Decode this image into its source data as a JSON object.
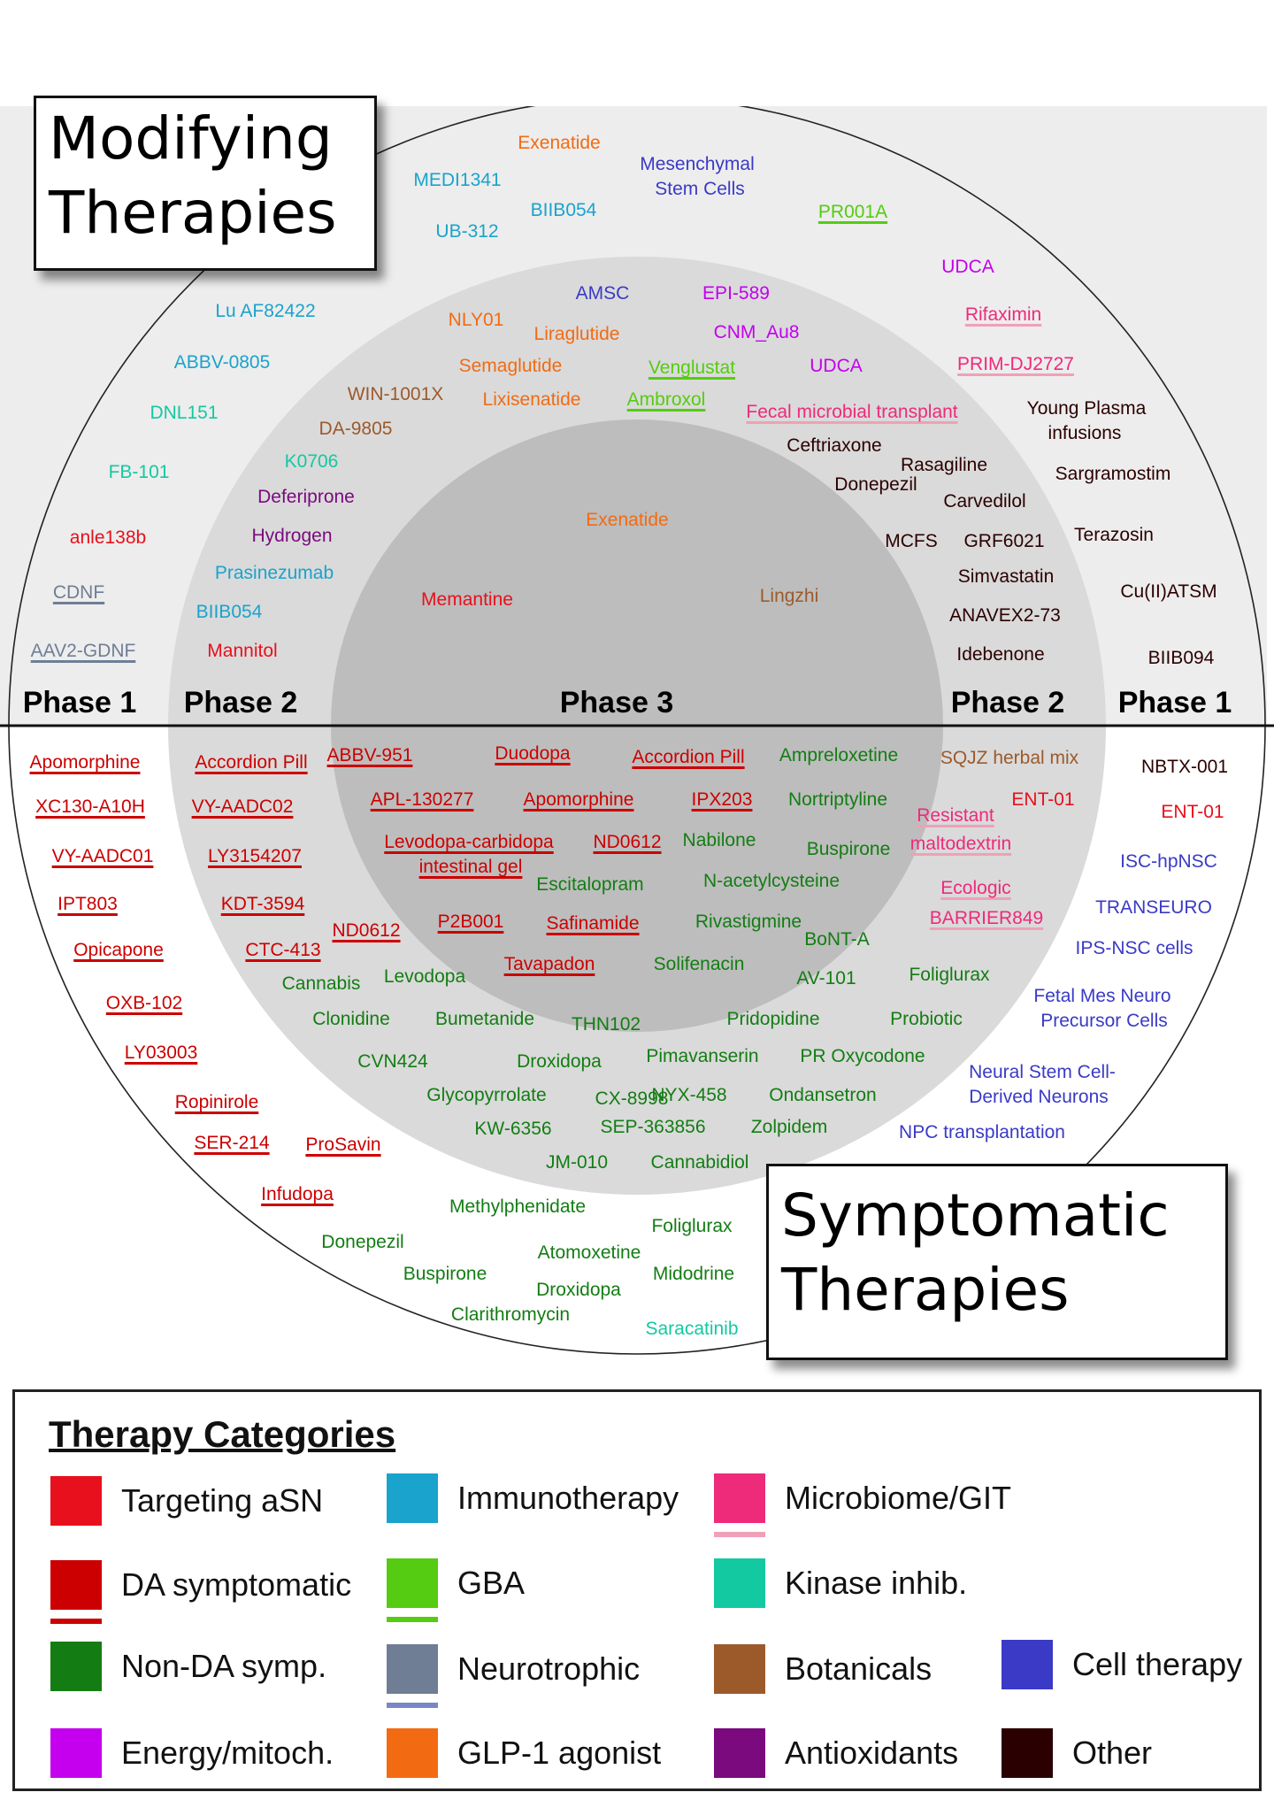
{
  "titles": {
    "modifying": [
      "Modifying",
      "Therapies"
    ],
    "symptomatic": [
      "Symptomatic",
      "Therapies"
    ]
  },
  "phases": {
    "left_p1": "Phase 1",
    "left_p2": "Phase 2",
    "center_p3": "Phase 3",
    "right_p2": "Phase 2",
    "right_p1": "Phase 1"
  },
  "colors": {
    "asn": "#e8101c",
    "da": "#cc0000",
    "nonda": "#137d13",
    "energy": "#c400ee",
    "immuno": "#1aa3cc",
    "gba": "#55cc11",
    "neuro": "#6f7e95",
    "glp1": "#f26b12",
    "micro": "#ee2a7b",
    "kinase": "#13c9a1",
    "botan": "#9c5a2b",
    "cell": "#3a3ac6",
    "antiox": "#7a0a7e",
    "other": "#2b0000",
    "ul_micro": "#f0a0b8",
    "ul_neuro": "#7a86c8"
  },
  "modifying": [
    {
      "t": "Exenatide",
      "c": "glp1"
    },
    {
      "t": "MEDI1341",
      "c": "immuno"
    },
    {
      "t": "BIIB054",
      "c": "immuno"
    },
    {
      "t": "UB-312",
      "c": "immuno"
    },
    {
      "t": "Mesenchymal",
      "c": "cell"
    },
    {
      "t": "Stem Cells",
      "c": "cell"
    },
    {
      "t": "PR001A",
      "c": "gba",
      "u": true
    },
    {
      "t": "UDCA",
      "c": "energy"
    },
    {
      "t": "Rifaximin",
      "c": "micro",
      "u": true
    },
    {
      "t": "PRIM-DJ2727",
      "c": "micro",
      "u": true
    },
    {
      "t": "Young Plasma",
      "c": "other"
    },
    {
      "t": "infusions",
      "c": "other"
    },
    {
      "t": "Sargramostim",
      "c": "other"
    },
    {
      "t": "Terazosin",
      "c": "other"
    },
    {
      "t": "Cu(II)ATSM",
      "c": "other"
    },
    {
      "t": "BIIB094",
      "c": "other"
    },
    {
      "t": "Lu AF82422",
      "c": "immuno"
    },
    {
      "t": "ABBV-0805",
      "c": "immuno"
    },
    {
      "t": "DNL151",
      "c": "kinase"
    },
    {
      "t": "FB-101",
      "c": "kinase"
    },
    {
      "t": "anle138b",
      "c": "asn"
    },
    {
      "t": "CDNF",
      "c": "neuro",
      "u": true
    },
    {
      "t": "AAV2-GDNF",
      "c": "neuro",
      "u": true
    },
    {
      "t": "AMSC",
      "c": "cell"
    },
    {
      "t": "EPI-589",
      "c": "energy"
    },
    {
      "t": "NLY01",
      "c": "glp1"
    },
    {
      "t": "Liraglutide",
      "c": "glp1"
    },
    {
      "t": "CNM_Au8",
      "c": "energy"
    },
    {
      "t": "Semaglutide",
      "c": "glp1"
    },
    {
      "t": "Venglustat",
      "c": "gba",
      "u": true
    },
    {
      "t": "UDCA",
      "c": "energy"
    },
    {
      "t": "WIN-1001X",
      "c": "botan"
    },
    {
      "t": "Lixisenatide",
      "c": "glp1"
    },
    {
      "t": "Ambroxol",
      "c": "gba",
      "u": true
    },
    {
      "t": "Fecal microbial transplant",
      "c": "micro",
      "u": true
    },
    {
      "t": "DA-9805",
      "c": "botan"
    },
    {
      "t": "Ceftriaxone",
      "c": "other"
    },
    {
      "t": "Rasagiline",
      "c": "other"
    },
    {
      "t": "Donepezil",
      "c": "other"
    },
    {
      "t": "Carvedilol",
      "c": "other"
    },
    {
      "t": "K0706",
      "c": "kinase"
    },
    {
      "t": "Deferiprone",
      "c": "antiox"
    },
    {
      "t": "Hydrogen",
      "c": "antiox"
    },
    {
      "t": "MCFS",
      "c": "other"
    },
    {
      "t": "GRF6021",
      "c": "other"
    },
    {
      "t": "Prasinezumab",
      "c": "immuno"
    },
    {
      "t": "Simvastatin",
      "c": "other"
    },
    {
      "t": "BIIB054",
      "c": "immuno"
    },
    {
      "t": "ANAVEX2-73",
      "c": "other"
    },
    {
      "t": "Mannitol",
      "c": "asn"
    },
    {
      "t": "Idebenone",
      "c": "other"
    },
    {
      "t": "Exenatide",
      "c": "glp1"
    },
    {
      "t": "Memantine",
      "c": "asn"
    },
    {
      "t": "Lingzhi",
      "c": "botan"
    }
  ],
  "symptomatic": [
    {
      "t": "Apomorphine",
      "c": "da",
      "u": true
    },
    {
      "t": "XC130-A10H",
      "c": "da",
      "u": true
    },
    {
      "t": "VY-AADC01",
      "c": "da",
      "u": true
    },
    {
      "t": "IPT803",
      "c": "da",
      "u": true
    },
    {
      "t": "Opicapone",
      "c": "da",
      "u": true
    },
    {
      "t": "OXB-102",
      "c": "da",
      "u": true
    },
    {
      "t": "LY03003",
      "c": "da",
      "u": true
    },
    {
      "t": "Ropinirole",
      "c": "da",
      "u": true
    },
    {
      "t": "SER-214",
      "c": "da",
      "u": true
    },
    {
      "t": "ProSavin",
      "c": "da",
      "u": true
    },
    {
      "t": "Infudopa",
      "c": "da",
      "u": true
    },
    {
      "t": "Accordion Pill",
      "c": "da",
      "u": true
    },
    {
      "t": "VY-AADC02",
      "c": "da",
      "u": true
    },
    {
      "t": "LY3154207",
      "c": "da",
      "u": true
    },
    {
      "t": "KDT-3594",
      "c": "da",
      "u": true
    },
    {
      "t": "CTC-413",
      "c": "da",
      "u": true
    },
    {
      "t": "ND0612",
      "c": "da",
      "u": true
    },
    {
      "t": "ABBV-951",
      "c": "da",
      "u": true
    },
    {
      "t": "Duodopa",
      "c": "da",
      "u": true
    },
    {
      "t": "Accordion Pill",
      "c": "da",
      "u": true
    },
    {
      "t": "Ampreloxetine",
      "c": "nonda"
    },
    {
      "t": "APL-130277",
      "c": "da",
      "u": true
    },
    {
      "t": "Apomorphine",
      "c": "da",
      "u": true
    },
    {
      "t": "IPX203",
      "c": "da",
      "u": true
    },
    {
      "t": "Nortriptyline",
      "c": "nonda"
    },
    {
      "t": "Levodopa-carbidopa",
      "c": "da",
      "u": true
    },
    {
      "t": "intestinal gel",
      "c": "da",
      "u": true
    },
    {
      "t": "ND0612",
      "c": "da",
      "u": true
    },
    {
      "t": "Nabilone",
      "c": "nonda"
    },
    {
      "t": "Buspirone",
      "c": "nonda"
    },
    {
      "t": "Escitalopram",
      "c": "nonda"
    },
    {
      "t": "N-acetylcysteine",
      "c": "nonda"
    },
    {
      "t": "P2B001",
      "c": "da",
      "u": true
    },
    {
      "t": "Safinamide",
      "c": "da",
      "u": true
    },
    {
      "t": "Rivastigmine",
      "c": "nonda"
    },
    {
      "t": "Tavapadon",
      "c": "da",
      "u": true
    },
    {
      "t": "Solifenacin",
      "c": "nonda"
    },
    {
      "t": "Cannabis",
      "c": "nonda"
    },
    {
      "t": "Levodopa",
      "c": "nonda"
    },
    {
      "t": "BoNT-A",
      "c": "nonda"
    },
    {
      "t": "AV-101",
      "c": "nonda"
    },
    {
      "t": "Foliglurax",
      "c": "nonda"
    },
    {
      "t": "SQJZ herbal mix",
      "c": "botan"
    },
    {
      "t": "ENT-01",
      "c": "asn"
    },
    {
      "t": "Resistant",
      "c": "micro",
      "u": true
    },
    {
      "t": "maltodextrin",
      "c": "micro",
      "u": true
    },
    {
      "t": "Ecologic",
      "c": "micro",
      "u": true
    },
    {
      "t": "BARRIER849",
      "c": "micro",
      "u": true
    },
    {
      "t": "Clonidine",
      "c": "nonda"
    },
    {
      "t": "Bumetanide",
      "c": "nonda"
    },
    {
      "t": "THN102",
      "c": "nonda"
    },
    {
      "t": "Pridopidine",
      "c": "nonda"
    },
    {
      "t": "Probiotic",
      "c": "nonda"
    },
    {
      "t": "CVN424",
      "c": "nonda"
    },
    {
      "t": "Droxidopa",
      "c": "nonda"
    },
    {
      "t": "Pimavanserin",
      "c": "nonda"
    },
    {
      "t": "PR Oxycodone",
      "c": "nonda"
    },
    {
      "t": "Glycopyrrolate",
      "c": "nonda"
    },
    {
      "t": "CX-8998",
      "c": "nonda"
    },
    {
      "t": "NYX-458",
      "c": "nonda"
    },
    {
      "t": "Ondansetron",
      "c": "nonda"
    },
    {
      "t": "KW-6356",
      "c": "nonda"
    },
    {
      "t": "SEP-363856",
      "c": "nonda"
    },
    {
      "t": "Zolpidem",
      "c": "nonda"
    },
    {
      "t": "JM-010",
      "c": "nonda"
    },
    {
      "t": "Cannabidiol",
      "c": "nonda"
    },
    {
      "t": "NBTX-001",
      "c": "other"
    },
    {
      "t": "ENT-01",
      "c": "asn"
    },
    {
      "t": "ISC-hpNSC",
      "c": "cell"
    },
    {
      "t": "TRANSEURO",
      "c": "cell"
    },
    {
      "t": "IPS-NSC cells",
      "c": "cell"
    },
    {
      "t": "Fetal Mes Neuro",
      "c": "cell"
    },
    {
      "t": "Precursor Cells",
      "c": "cell"
    },
    {
      "t": "Neural Stem Cell-",
      "c": "cell"
    },
    {
      "t": "Derived Neurons",
      "c": "cell"
    },
    {
      "t": "NPC transplantation",
      "c": "cell"
    },
    {
      "t": "Methylphenidate",
      "c": "nonda"
    },
    {
      "t": "Foliglurax",
      "c": "nonda"
    },
    {
      "t": "Donepezil",
      "c": "nonda"
    },
    {
      "t": "Atomoxetine",
      "c": "nonda"
    },
    {
      "t": "Buspirone",
      "c": "nonda"
    },
    {
      "t": "Midodrine",
      "c": "nonda"
    },
    {
      "t": "Droxidopa",
      "c": "nonda"
    },
    {
      "t": "Clarithromycin",
      "c": "nonda"
    },
    {
      "t": "Saracatinib",
      "c": "kinase"
    }
  ],
  "legend": {
    "title": "Therapy Categories",
    "items": [
      {
        "label": "Targeting aSN",
        "c": "asn"
      },
      {
        "label": "DA symptomatic",
        "c": "da",
        "ul": "da"
      },
      {
        "label": "Non-DA symp.",
        "c": "nonda"
      },
      {
        "label": "Energy/mitoch.",
        "c": "energy"
      },
      {
        "label": "Immunotherapy",
        "c": "immuno"
      },
      {
        "label": "GBA",
        "c": "gba",
        "ul": "gba"
      },
      {
        "label": "Neurotrophic",
        "c": "neuro",
        "ul": "ul_neuro"
      },
      {
        "label": "GLP-1 agonist",
        "c": "glp1"
      },
      {
        "label": "Microbiome/GIT",
        "c": "micro",
        "ul": "ul_micro"
      },
      {
        "label": "Kinase inhib.",
        "c": "kinase"
      },
      {
        "label": "Botanicals",
        "c": "botan"
      },
      {
        "label": "Antioxidants",
        "c": "antiox"
      },
      {
        "label": "Cell therapy",
        "c": "cell"
      },
      {
        "label": "Other",
        "c": "other"
      }
    ]
  }
}
